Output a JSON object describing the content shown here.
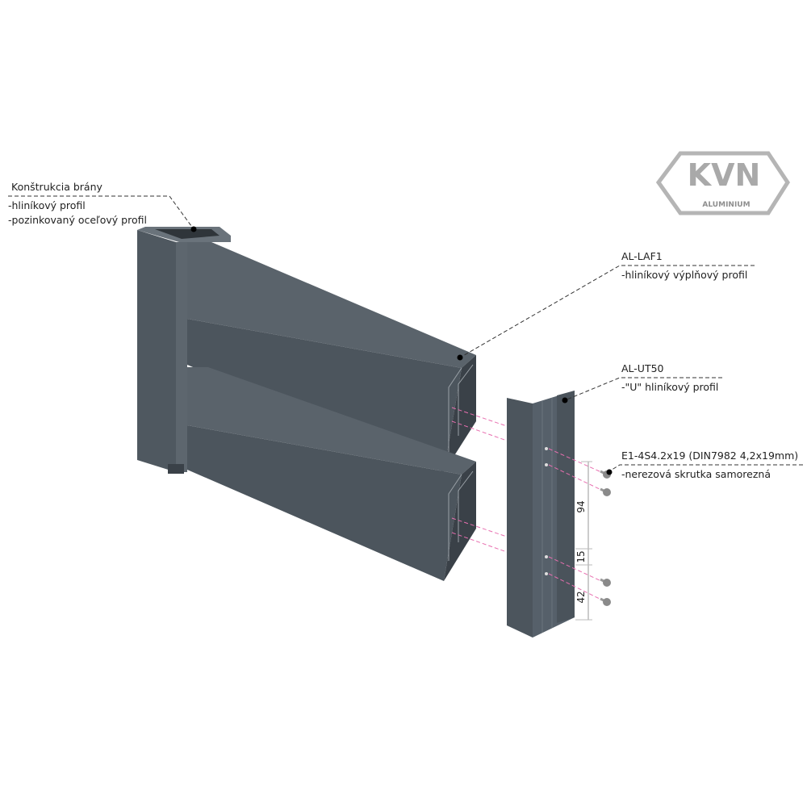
{
  "logo": {
    "brand": "KVN",
    "subtitle": "ALUMINIUM"
  },
  "labels": {
    "frame": {
      "title": "Konštrukcia brány",
      "line1": "-hliníkový profil",
      "line2": "-pozinkovaný oceľový profil"
    },
    "filler": {
      "title": "AL-LAF1",
      "line1": "-hliníkový výplňový profil"
    },
    "channel": {
      "title": "AL-UT50",
      "line1": "-\"U\" hliníkový profil"
    },
    "screw": {
      "title": "E1-4S4.2x19 (DIN7982 4,2x19mm)",
      "line1": "-nerezová skrutka samorezná"
    }
  },
  "dimensions": {
    "d1": "94",
    "d2": "15",
    "d3": "42"
  },
  "colors": {
    "profile_front": "#4f5860",
    "profile_top": "#5d666e",
    "profile_dark": "#3a4148",
    "hole_line": "#e86fb0"
  }
}
